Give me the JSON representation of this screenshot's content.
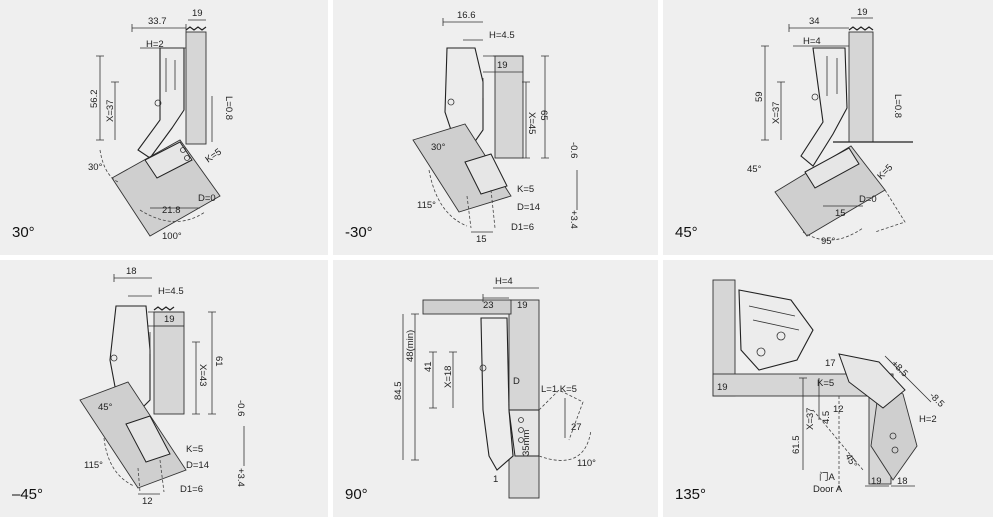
{
  "panels": [
    {
      "label": "30°",
      "dims": {
        "width": "33.7",
        "thick": "19",
        "h": "H=2",
        "height": "56.2",
        "x": "X=37",
        "l": "L=0.8",
        "angle": "30°",
        "k": "K=5",
        "d": "D=0",
        "w2": "21.8",
        "open": "100°"
      }
    },
    {
      "label": "-30°",
      "dims": {
        "width": "16.6",
        "h": "H=4.5",
        "thick": "19",
        "height": "65",
        "x": "X=45",
        "adj1": "-0.6",
        "adj2": "+3.4",
        "angle": "30°",
        "k": "K=5",
        "d": "D=14",
        "open": "115°",
        "w2": "15",
        "d1": "D1=6"
      }
    },
    {
      "label": "45°",
      "dims": {
        "width": "34",
        "thick": "19",
        "h": "H=4",
        "height": "59",
        "x": "X=37",
        "l": "L=0.8",
        "angle": "45°",
        "k": "K=5",
        "d": "D=0",
        "w2": "15",
        "open": "95°"
      }
    },
    {
      "label": "–45°",
      "dims": {
        "width": "18",
        "h": "H=4.5",
        "thick": "19",
        "height": "61",
        "x": "X=43",
        "adj1": "-0.6",
        "adj2": "+3.4",
        "angle": "45°",
        "k": "K=5",
        "d": "D=14",
        "open": "115°",
        "w2": "12",
        "d1": "D1=6"
      }
    },
    {
      "label": "90°",
      "dims": {
        "h": "H=4",
        "w1": "23",
        "thick": "19",
        "min": "48(min)",
        "total": "84.5",
        "h41": "41",
        "x": "X=18",
        "d": "D",
        "lk": "L=1 K=5",
        "arc": "27",
        "cup": "35mm",
        "one": "1",
        "open": "110°"
      }
    },
    {
      "label": "135°",
      "dims": {
        "t17": "17",
        "plus": "+8.5",
        "minus": "-8.5",
        "thick": "19",
        "k": "K=5",
        "x": "X=37",
        "h": "H=2",
        "v45": "4.5",
        "v12": "12",
        "v615": "61.5",
        "ang": "45°",
        "doorcode": "门A",
        "door": "Door A",
        "b19": "19",
        "b18": "18"
      }
    }
  ]
}
